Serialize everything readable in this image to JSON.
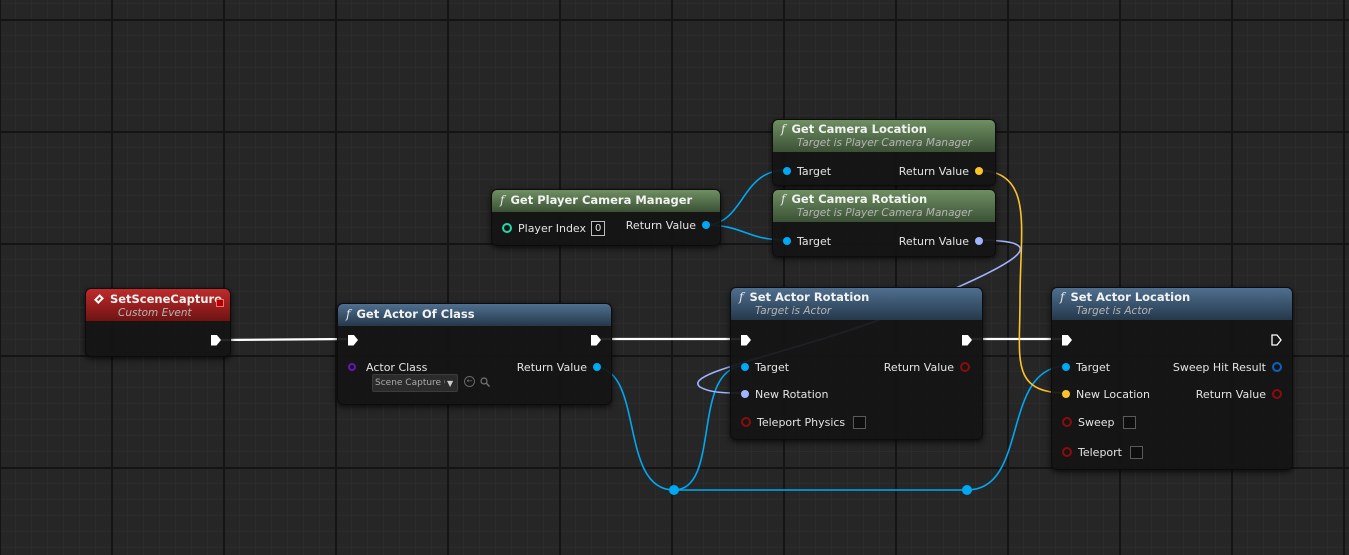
{
  "nodes": {
    "set_scene_capture": {
      "title": "SetSceneCapture",
      "subtitle": "Custom Event"
    },
    "get_actor_of_class": {
      "title": "Get Actor Of Class",
      "actor_class_label": "Actor Class",
      "actor_class_value": "Scene Capture C",
      "return_value_label": "Return Value"
    },
    "get_player_camera_manager": {
      "title": "Get Player Camera Manager",
      "player_index_label": "Player Index",
      "player_index_value": "0",
      "return_value_label": "Return Value"
    },
    "get_camera_location": {
      "title": "Get Camera Location",
      "subtitle": "Target is Player Camera Manager",
      "target_label": "Target",
      "return_value_label": "Return Value"
    },
    "get_camera_rotation": {
      "title": "Get Camera Rotation",
      "subtitle": "Target is Player Camera Manager",
      "target_label": "Target",
      "return_value_label": "Return Value"
    },
    "set_actor_rotation": {
      "title": "Set Actor Rotation",
      "subtitle": "Target is Actor",
      "target_label": "Target",
      "new_rotation_label": "New Rotation",
      "teleport_physics_label": "Teleport Physics",
      "return_value_label": "Return Value"
    },
    "set_actor_location": {
      "title": "Set Actor Location",
      "subtitle": "Target is Actor",
      "target_label": "Target",
      "new_location_label": "New Location",
      "sweep_label": "Sweep",
      "teleport_label": "Teleport",
      "sweep_hit_result_label": "Sweep Hit Result",
      "return_value_label": "Return Value"
    }
  },
  "glyphs": {
    "function": "f"
  },
  "colors": {
    "exec_wire": "#ffffff",
    "object_wire": "#00a8f3",
    "vector_wire": "#fdc42a",
    "rotator_wire": "#a0b4ff",
    "pure_header": "#5a7850",
    "function_header": "#3d5a75",
    "event_header": "#a01e1e"
  },
  "icons": [
    "function-icon",
    "event-icon",
    "exec-pin-icon",
    "dropdown-chevron-icon",
    "use-selected-icon",
    "browse-icon"
  ]
}
